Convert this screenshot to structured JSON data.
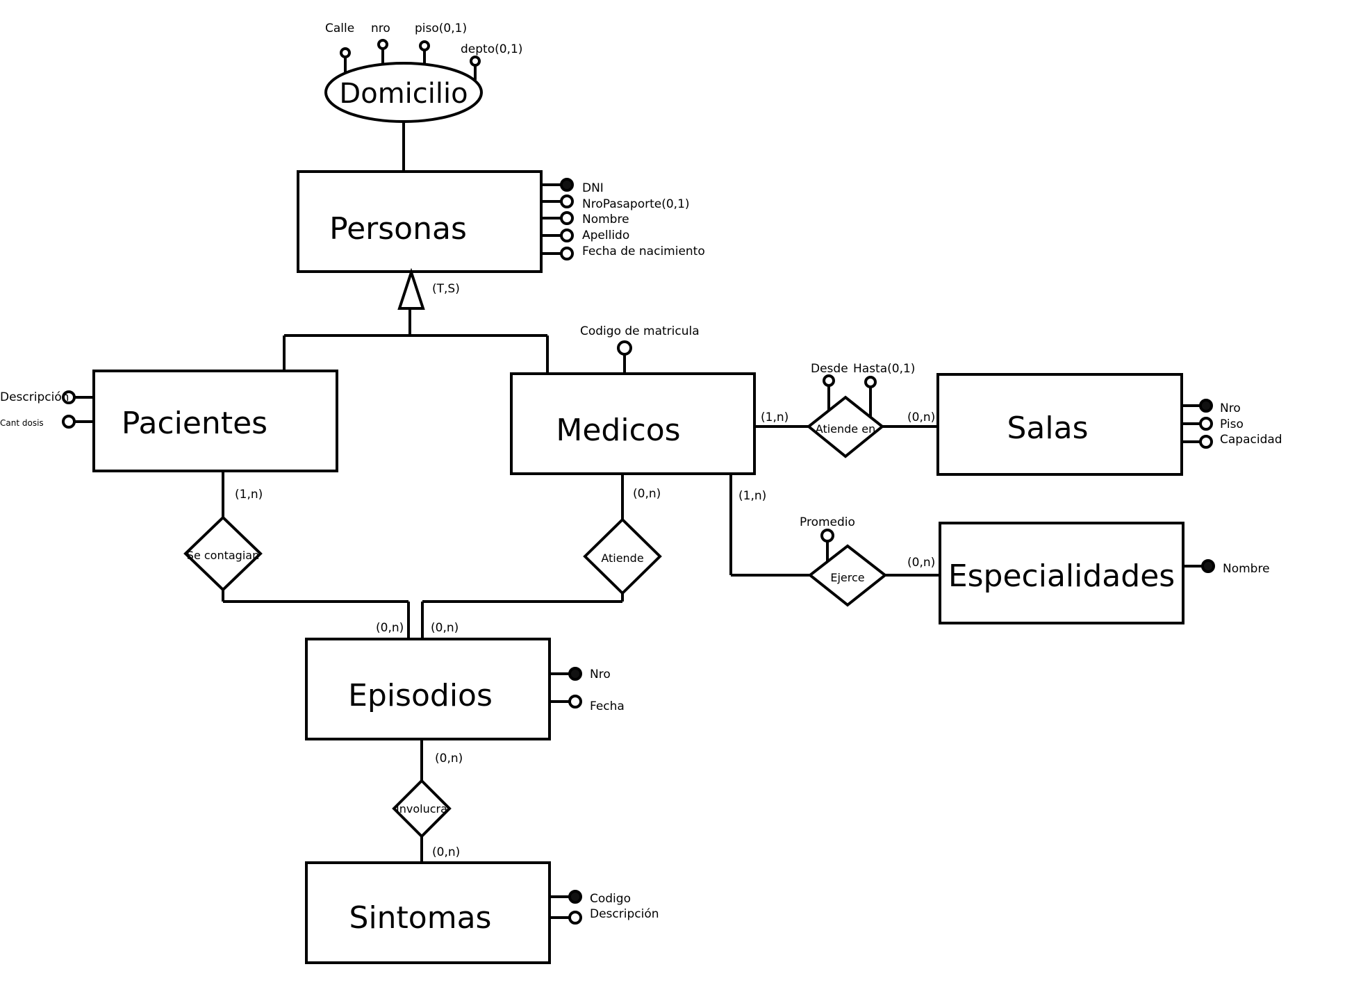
{
  "entities": {
    "domicilio": "Domicilio",
    "personas": "Personas",
    "pacientes": "Pacientes",
    "medicos": "Medicos",
    "salas": "Salas",
    "especialidades": "Especialidades",
    "episodios": "Episodios",
    "sintomas": "Sintomas"
  },
  "relationships": {
    "se_contagian": "Se contagian",
    "atiende": "Atiende",
    "atiende_en": "Atiende en",
    "ejerce": "Ejerce",
    "involucra": "Involucra"
  },
  "attributes": {
    "domicilio": [
      "Calle",
      "nro",
      "piso(0,1)",
      "depto(0,1)"
    ],
    "personas": [
      "DNI",
      "NroPasaporte(0,1)",
      "Nombre",
      "Apellido",
      "Fecha de nacimiento"
    ],
    "pacientes": [
      "Descripción",
      "Cant dosis"
    ],
    "medicos": [
      "Codigo de matricula"
    ],
    "atiende_en": [
      "Desde",
      "Hasta(0,1)"
    ],
    "salas": [
      "Nro",
      "Piso",
      "Capacidad"
    ],
    "ejerce": [
      "Promedio"
    ],
    "especialidades": [
      "Nombre"
    ],
    "episodios": [
      "Nro",
      "Fecha"
    ],
    "sintomas": [
      "Codigo",
      "Descripción"
    ]
  },
  "specialization": "(T,S)",
  "cardinalities": {
    "pacientes_se_contagian": "(1,n)",
    "episodios_se_contagian": "(0,n)",
    "medicos_atiende": "(0,n)",
    "episodios_atiende": "(0,n)",
    "medicos_atiende_en": "(1,n)",
    "salas_atiende_en": "(0,n)",
    "medicos_ejerce": "(1,n)",
    "especialidades_ejerce": "(0,n)",
    "episodios_involucra": "(0,n)",
    "sintomas_involucra": "(0,n)"
  }
}
